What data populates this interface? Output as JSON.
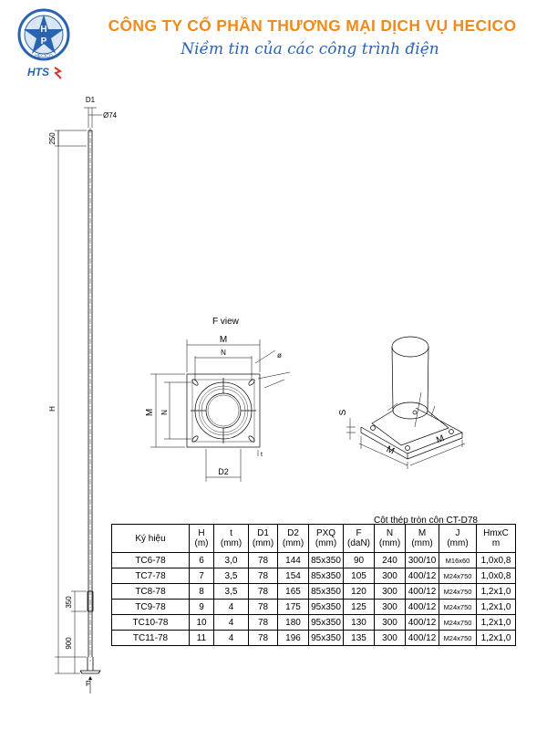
{
  "header": {
    "company_name": "CÔNG TY CỔ PHẦN THƯƠNG MẠI DỊCH VỤ HECICO",
    "slogan": "Niềm tin của các công trình điện",
    "logo_text_ring": "HECICO",
    "logo_initials_top": "H",
    "logo_initials_bottom": "P",
    "logo_sub": "HTS",
    "brand_blue": "#2a63b0",
    "brand_orange": "#ef8a1c"
  },
  "drawing": {
    "pole_labels": {
      "d1": "D1",
      "diameter": "Ø74",
      "top_len": "250",
      "height": "H",
      "mid_len": "350",
      "bottom_len": "900",
      "force": "F"
    },
    "f_view": {
      "title": "F view",
      "m_top": "M",
      "n_top": "N",
      "m_side": "M",
      "n_side": "N",
      "d2": "D2",
      "phi": "ø",
      "t": "t"
    },
    "iso_view": {
      "s": "S",
      "m_left": "M",
      "m_right": "M"
    }
  },
  "table": {
    "caption": "Cột thép tròn côn CT-D78",
    "headers": [
      [
        "Ký hiệu"
      ],
      [
        "H",
        "(m)"
      ],
      [
        "t",
        "(mm)"
      ],
      [
        "D1",
        "(mm)"
      ],
      [
        "D2",
        "(mm)"
      ],
      [
        "PXQ",
        "(mm)"
      ],
      [
        "F",
        "(daN)"
      ],
      [
        "N",
        "(mm)"
      ],
      [
        "M",
        "(mm)"
      ],
      [
        "J",
        "(mm)"
      ],
      [
        "HmxC",
        "m"
      ]
    ],
    "rows": [
      [
        "TC6-78",
        "6",
        "3,0",
        "78",
        "144",
        "85x350",
        "90",
        "240",
        "300/10",
        "M16x60",
        "1,0x0,8"
      ],
      [
        "TC7-78",
        "7",
        "3,5",
        "78",
        "154",
        "85x350",
        "105",
        "300",
        "400/12",
        "M24x750",
        "1,0x0,8"
      ],
      [
        "TC8-78",
        "8",
        "3,5",
        "78",
        "165",
        "85x350",
        "120",
        "300",
        "400/12",
        "M24x750",
        "1,2x1,0"
      ],
      [
        "TC9-78",
        "9",
        "4",
        "78",
        "175",
        "95x350",
        "125",
        "300",
        "400/12",
        "M24x750",
        "1,2x1,0"
      ],
      [
        "TC10-78",
        "10",
        "4",
        "78",
        "180",
        "95x350",
        "130",
        "300",
        "400/12",
        "M24x750",
        "1,2x1,0"
      ],
      [
        "TC11-78",
        "11",
        "4",
        "78",
        "196",
        "95x350",
        "135",
        "300",
        "400/12",
        "M24x750",
        "1,2x1,0"
      ]
    ]
  }
}
